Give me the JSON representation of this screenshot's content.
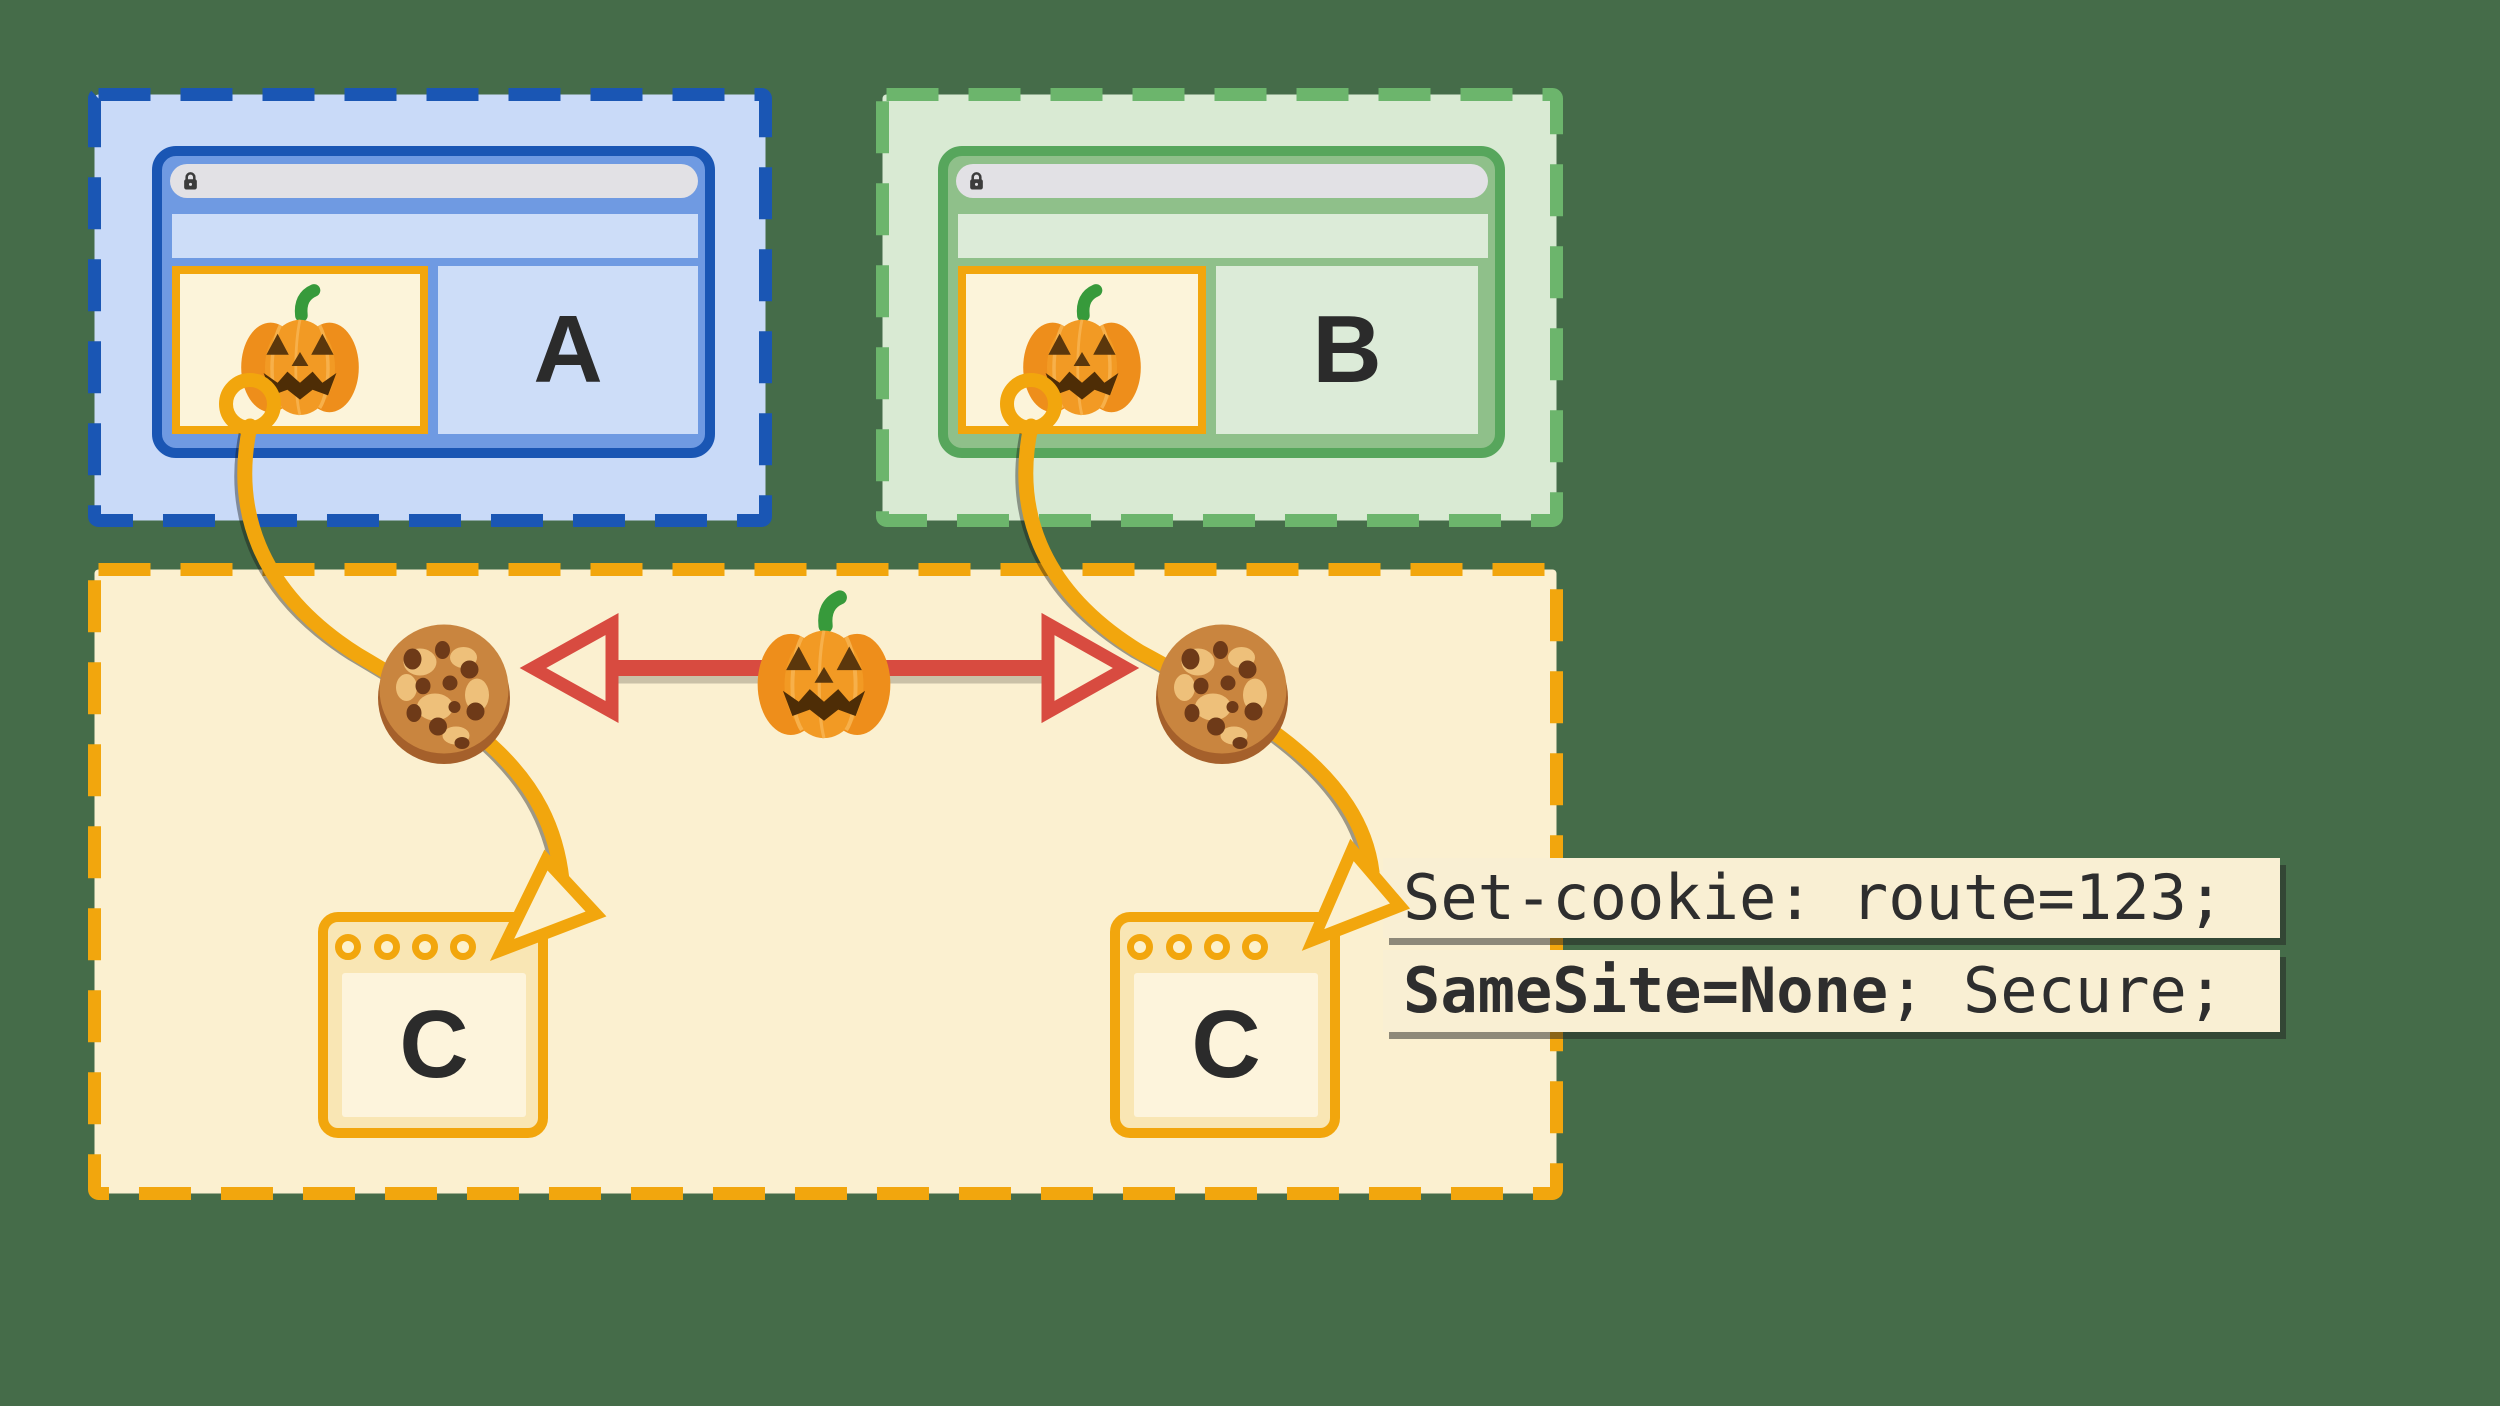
{
  "canvas": {
    "background": "#456C49"
  },
  "site_a": {
    "label": "A",
    "boundary_color": "#1A56B4",
    "boundary_fill": "#C9DAF8",
    "window": {
      "chrome": "#6F9AE2",
      "border": "#1A56B4",
      "urlbar_fill": "#E2E1E5"
    }
  },
  "site_b": {
    "label": "B",
    "boundary_color": "#6CB56C",
    "boundary_fill": "#D9EAD3",
    "window": {
      "chrome": "#8FC08A",
      "border": "#57A65C",
      "urlbar_fill": "#E2E1E5"
    }
  },
  "site_c": {
    "boundary_color": "#F2A60D",
    "boundary_fill": "#FBF0D0",
    "server_left_label": "C",
    "server_right_label": "C",
    "iframe_border": "#F2A60D",
    "iframe_fill": "#FCF4DA"
  },
  "cookie_header": {
    "line1": "Set-cookie: route=123;",
    "line2_bold": "SameSite=None",
    "line2_rest": "; Secure;",
    "box_fill": "#F9EFD3",
    "text_color": "#2E2E2E"
  },
  "flow": {
    "cookie_arrow_color": "#F2A60D",
    "tracking_arrow_color": "#D84B40"
  }
}
